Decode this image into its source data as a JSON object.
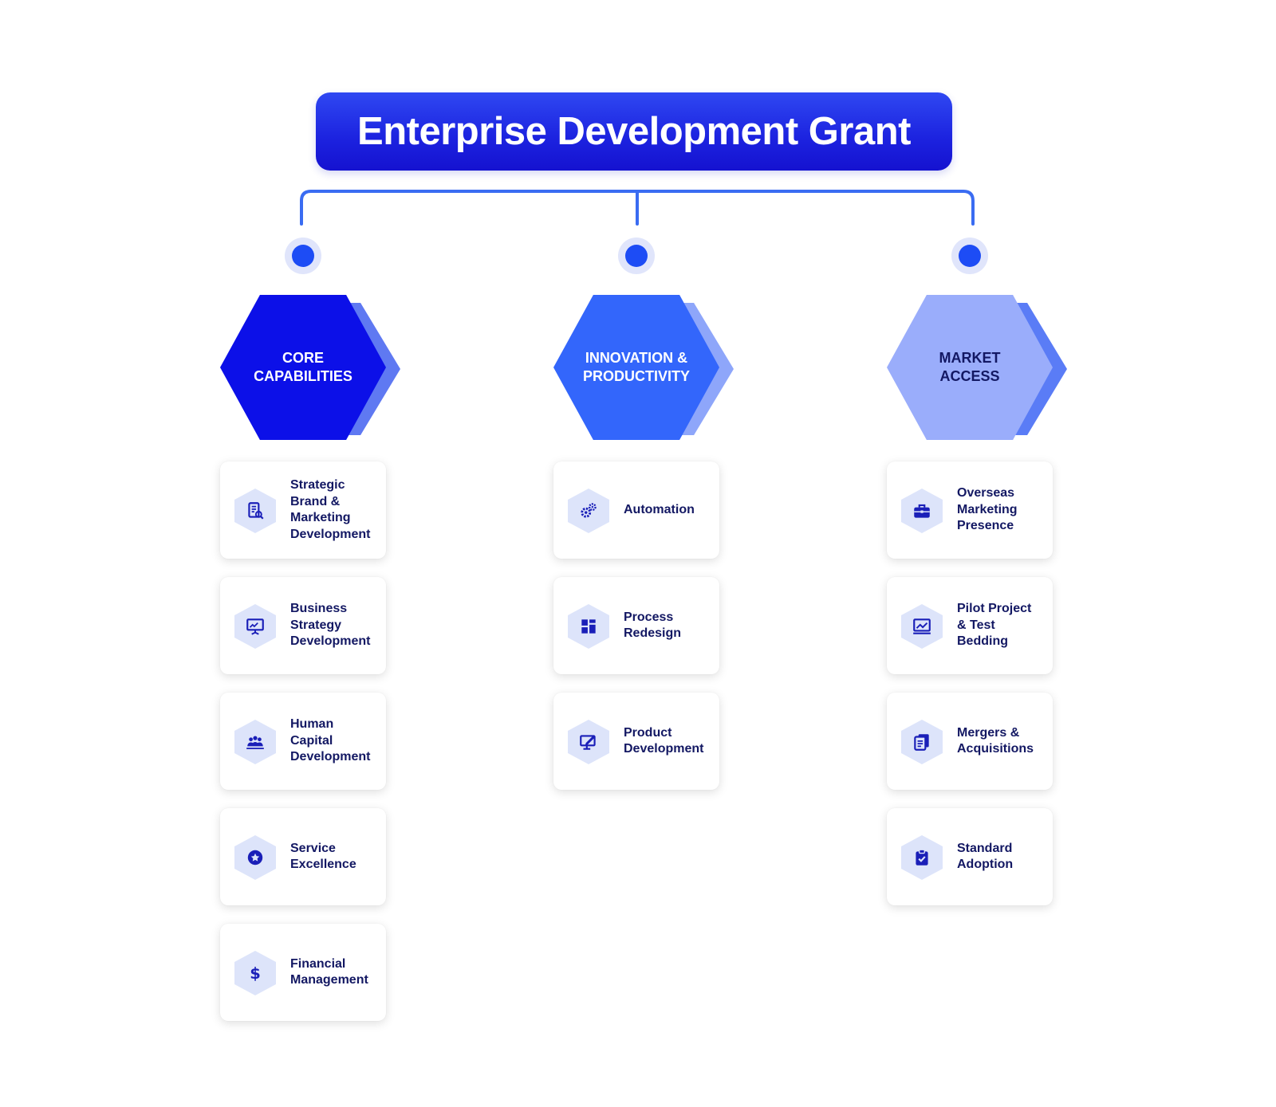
{
  "title": "Enterprise Development Grant",
  "colors": {
    "title_bg": "#1c22df",
    "connector": "#3a6cf2",
    "dot": "#1d4cf5",
    "dot_halo": "#e0e5fb",
    "card_text": "#131863",
    "icon_bg": "#dde4fa",
    "icon_fg": "#1a1fb8"
  },
  "pillars": [
    {
      "label": "CORE\nCAPABILITIES",
      "front_color": "#0c10e8",
      "back_color": "#5f79f2",
      "text_color": "#ffffff",
      "items": [
        {
          "label": "Strategic\nBrand &\nMarketing\nDevelopment",
          "icon": "document-search-icon"
        },
        {
          "label": "Business\nStrategy\nDevelopment",
          "icon": "presentation-board-icon"
        },
        {
          "label": "Human\nCapital\nDevelopment",
          "icon": "team-icon"
        },
        {
          "label": "Service\nExcellence",
          "icon": "star-badge-icon"
        },
        {
          "label": "Financial\nManagement",
          "icon": "dollar-icon"
        }
      ]
    },
    {
      "label": "INNOVATION &\nPRODUCTIVITY",
      "front_color": "#3366fb",
      "back_color": "#8ea6fa",
      "text_color": "#ffffff",
      "items": [
        {
          "label": "Automation",
          "icon": "gears-icon"
        },
        {
          "label": "Process\nRedesign",
          "icon": "layout-blocks-icon"
        },
        {
          "label": "Product\nDevelopment",
          "icon": "monitor-pen-icon"
        }
      ]
    },
    {
      "label": "MARKET\nACCESS",
      "front_color": "#9aadfb",
      "back_color": "#5a7cf6",
      "text_color": "#131863",
      "items": [
        {
          "label": "Overseas\nMarketing\nPresence",
          "icon": "briefcase-icon"
        },
        {
          "label": "Pilot Project\n& Test\nBedding",
          "icon": "chart-screen-icon"
        },
        {
          "label": "Mergers &\nAcquisitions",
          "icon": "documents-stack-icon"
        },
        {
          "label": "Standard\nAdoption",
          "icon": "clipboard-check-icon"
        }
      ]
    }
  ]
}
